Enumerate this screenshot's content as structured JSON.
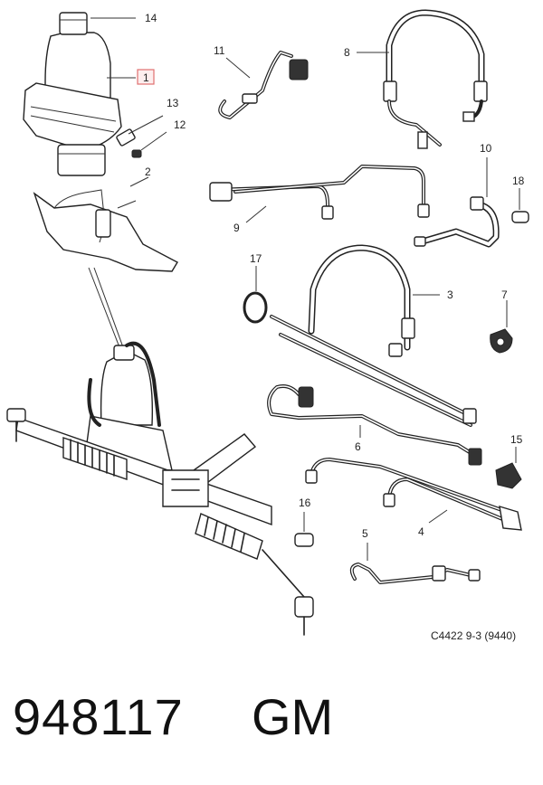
{
  "callouts": {
    "c1": "1",
    "c2": "2",
    "c3": "3",
    "c4": "4",
    "c5": "5",
    "c6": "6",
    "c7": "7",
    "c8": "8",
    "c9": "9",
    "c10": "10",
    "c11": "11",
    "c12": "12",
    "c13": "13",
    "c14": "14",
    "c15": "15",
    "c16": "16",
    "c17": "17",
    "c18": "18"
  },
  "reference_code": "C4422 9-3 (9440)",
  "part_number": "948117",
  "manufacturer": "GM"
}
